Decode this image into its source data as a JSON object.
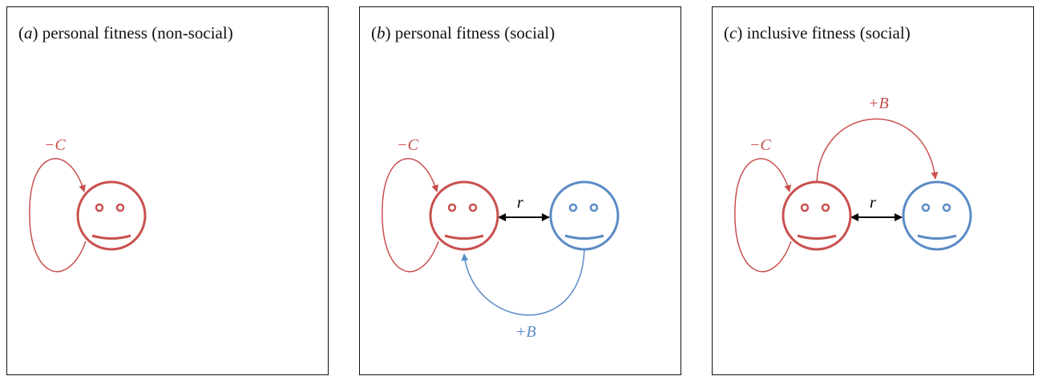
{
  "colors": {
    "focal": "#C8504E",
    "partner": "#5A8BC5",
    "relatedness_arrow": "#000000"
  },
  "panels": [
    {
      "letter": "a",
      "title": "personal fitness (non-social)",
      "cost_label": "−C"
    },
    {
      "letter": "b",
      "title": "personal fitness (social)",
      "cost_label": "−C",
      "relatedness_label": "r",
      "benefit_label": "+B"
    },
    {
      "letter": "c",
      "title": "inclusive fitness (social)",
      "cost_label": "−C",
      "relatedness_label": "r",
      "benefit_label": "+B"
    }
  ]
}
